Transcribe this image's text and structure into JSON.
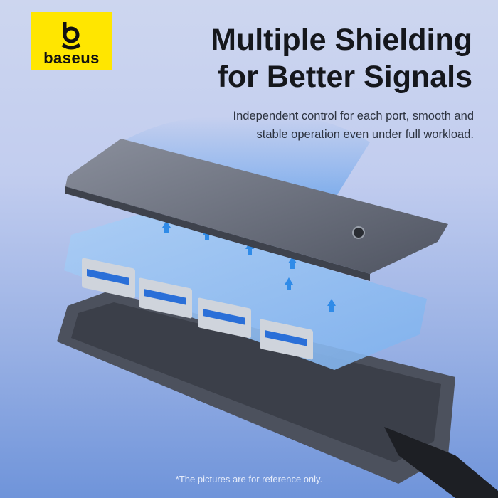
{
  "brand": {
    "name": "baseus",
    "logo_color": "#ffe600"
  },
  "headline": {
    "line1": "Multiple Shielding",
    "line2": "for Better Signals"
  },
  "subtitle": {
    "line1": "Independent control for each port, smooth and",
    "line2": "stable operation even under full workload."
  },
  "footer": {
    "disclaimer": "*The pictures are for reference only."
  },
  "colors": {
    "accent_blue": "#2f8be8",
    "usb_blue": "#2a6fd8",
    "shell": "#5a5f6b"
  }
}
